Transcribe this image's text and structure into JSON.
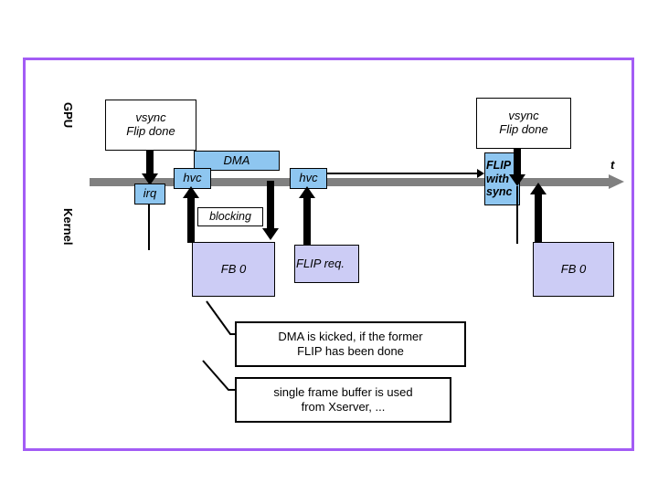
{
  "diagram": {
    "title": "GPU / Kernel flip timing diagram",
    "frame_color": "#a35cf5",
    "timeline_color": "#808080",
    "event_box_color": "#8ec6f0",
    "buffer_box_color": "#ccccf5",
    "swimlanes": {
      "top_label": "GPU",
      "bottom_label": "Kernel"
    },
    "time_axis_label": "t",
    "boxes": {
      "vsync_left_line1": "vsync",
      "vsync_left_line2": "Flip done",
      "vsync_right_line1": "vsync",
      "vsync_right_line2": "Flip done",
      "dma": "DMA",
      "hvc_1": "hvc",
      "hvc_2": "hvc",
      "irq": "irq",
      "blocking": "blocking",
      "fb0_left": "FB 0",
      "fb0_right": "FB 0",
      "flip_req": "FLIP req.",
      "flip_with_sync_line1": "FLIP",
      "flip_with_sync_line2": "with",
      "flip_with_sync_line3": "sync"
    },
    "notes": {
      "note_1_line1": "DMA is kicked, if the former",
      "note_1_line2": "FLIP has been done",
      "note_2_line1": "single frame buffer is used",
      "note_2_line2": "from Xserver, ..."
    }
  }
}
